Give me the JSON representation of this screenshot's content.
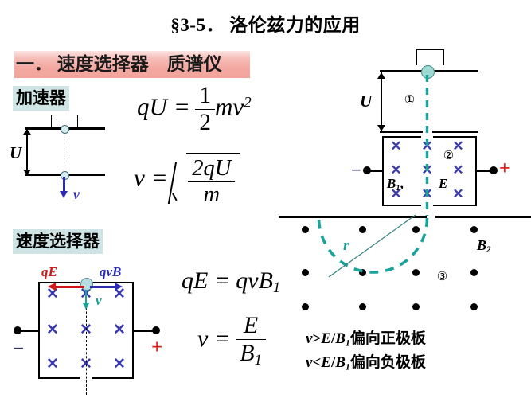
{
  "slide": {
    "title": "§3-5． 洛伦兹力的应用",
    "section_header": "一． 速度选择器　质谱仪"
  },
  "colors": {
    "header_pink": "#f3a9a1",
    "label_teal": "#cfe4e4",
    "cross_blue": "#3b3bb0",
    "trajectory_teal": "#1aa39a",
    "force_qE_red": "#d01616",
    "force_qvB_blue": "#2b2bb5",
    "velocity_blue": "#2b2bb5",
    "plus_red": "#e02020",
    "minus_navy": "#33335c"
  },
  "accelerator": {
    "label": "加速器",
    "voltage_label": "U",
    "velocity_label": "v",
    "equation_energy": {
      "lhs": "qU",
      "eq": "=",
      "frac_num": "1",
      "frac_den": "2",
      "rhs": "mv",
      "rhs_exp": "2"
    },
    "equation_velocity": {
      "lhs": "v",
      "eq": "=",
      "radicand_num": "2qU",
      "radicand_den": "m"
    }
  },
  "velocity_selector": {
    "label": "速度选择器",
    "force_electric_label": "qE",
    "force_magnetic_label": "qvB",
    "velocity_label": "v",
    "terminal_negative": "−",
    "terminal_positive": "+",
    "field_symbol": "✕",
    "field_rows": 3,
    "field_cols": 3,
    "equation_balance": {
      "lhs": "qE",
      "eq": "=",
      "rhs": "qvB",
      "rhs_sub": "1"
    },
    "equation_velocity": {
      "lhs": "v",
      "eq": "=",
      "num": "E",
      "den": "B",
      "den_sub": "1"
    }
  },
  "mass_spectrometer": {
    "region_1_label": "①",
    "region_2_label": "②",
    "region_3_label": "③",
    "voltage_label": "U",
    "field_b1_label": "B",
    "field_b1_sub": "1",
    "field_b1_comma": ",",
    "field_e_label": "E",
    "field_b2_label": "B",
    "field_b2_sub": "2",
    "radius_label": "r",
    "terminal_negative": "−",
    "terminal_positive": "+",
    "cross_symbol": "✕",
    "dot_rows": 3,
    "dot_cols": 4
  },
  "conclusions": {
    "line1": {
      "var": "v",
      "op": ">",
      "expr_num": "E",
      "slash": "/",
      "expr_den": "B",
      "expr_sub": "1",
      "text": "偏向正极板"
    },
    "line2": {
      "var": "v",
      "op": "<",
      "expr_num": "E",
      "slash": "/",
      "expr_den": "B",
      "expr_sub": "1",
      "text": "偏向负极板"
    }
  }
}
